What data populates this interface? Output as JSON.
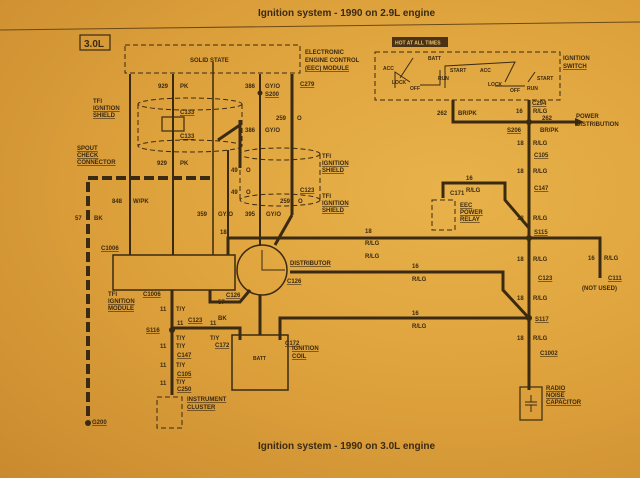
{
  "header_title": "Ignition system - 1990 on 2.9L engine",
  "footer_title": "Ignition system - 1990 on 3.0L engine",
  "engine_badge": "3.0L",
  "components": {
    "solid_state": "SOLID STATE",
    "eec1": "ELECTRONIC",
    "eec2": "ENGINE CONTROL",
    "eec3": "(EEC) MODULE",
    "hot": "HOT AT ALL TIMES",
    "ign_sw1": "IGNITION",
    "ign_sw2": "SWITCH",
    "tfi_shield1_a": "TFI",
    "tfi_shield1_b": "IGNITION",
    "tfi_shield1_c": "SHIELD",
    "spout1": "SPOUT",
    "spout2": "CHECK",
    "spout3": "CONNECTOR",
    "tfi_shield2_a": "TFI",
    "tfi_shield2_b": "IGNITION",
    "tfi_shield2_c": "SHIELD",
    "tfi_shield3_a": "TFI",
    "tfi_shield3_b": "IGNITION",
    "tfi_shield3_c": "SHIELD",
    "tfi_mod1": "TFI",
    "tfi_mod2": "IGNITION",
    "tfi_mod3": "MODULE",
    "distributor": "DISTRIBUTOR",
    "coil1": "IGNITION",
    "coil2": "COIL",
    "batt": "BATT",
    "cluster1": "INSTRUMENT",
    "cluster2": "CLUSTER",
    "power1": "POWER",
    "power2": "DISTRIBUTION",
    "relay1": "EEC",
    "relay2": "POWER",
    "relay3": "RELAY",
    "radio1": "RADIO",
    "radio2": "NOISE",
    "radio3": "CAPACITOR",
    "not_used": "(NOT USED)"
  },
  "switch": {
    "batt": "BATT",
    "acc": "ACC",
    "lock": "LOCK",
    "off": "OFF",
    "run": "RUN",
    "start": "START",
    "acc2": "ACC",
    "lock2": "LOCK",
    "off2": "OFF",
    "run2": "RUN",
    "start2": "START"
  },
  "connectors": {
    "c279": "C279",
    "s200": "S200",
    "c133a": "C133",
    "c133b": "C133",
    "c123a": "C123",
    "c1006a": "C1006",
    "c1006b": "C1006",
    "c126a": "C126",
    "c126b": "C126",
    "s116": "S116",
    "c123b": "C123",
    "c172a": "C172",
    "c172b": "C172",
    "c147a": "C147",
    "c105a": "C105",
    "c250": "C250",
    "g200": "G200",
    "c294": "C294",
    "s206": "S206",
    "c105b": "C105",
    "c147b": "C147",
    "c171": "C171",
    "s115": "S115",
    "c111": "C111",
    "c123c": "C123",
    "s117": "S117",
    "c1002": "C1002"
  },
  "wires": {
    "w929a": "929",
    "pka": "PK",
    "w929b": "929",
    "pkb": "PK",
    "w386a": "386",
    "gyoa": "GY/O",
    "w386b": "386",
    "gyob": "GY/O",
    "w259a": "259",
    "oa": "O",
    "w259b": "259",
    "ob": "O",
    "w49a": "49",
    "o49a": "O",
    "w49b": "49",
    "o49b": "O",
    "w359": "359",
    "gyoc": "GY/O",
    "w395": "395",
    "gyod": "GY/O",
    "w57a": "57",
    "bka": "BK",
    "w848": "848",
    "wpk": "W/PK",
    "w57b": "57",
    "bkb": "BK",
    "t11a": "11",
    "tya": "T/Y",
    "t11b": "11",
    "t11c": "11",
    "tyb": "T/Y",
    "tyc": "T/Y",
    "t11d": "11",
    "tyd": "T/Y",
    "t11e": "11",
    "tye": "T/Y",
    "t11f": "11",
    "tyf": "T/Y",
    "w262a": "262",
    "brpka": "BR/PK",
    "w262b": "262",
    "brpkb": "BR/PK",
    "r16a": "16",
    "rlga": "R/LG",
    "r16b": "18",
    "rlgb": "R/LG",
    "r16c": "18",
    "rlgc": "R/LG",
    "r16d": "16",
    "rlgd": "R/LG",
    "r16e": "18",
    "rlge": "R/LG",
    "r18f": "18",
    "rlgf": "R/LG",
    "r16g": "18",
    "rlgg": "R/LG",
    "r16h": "16",
    "rlgh": "R/LG",
    "r16i": "18",
    "rlgi": "R/LG",
    "r16j": "16",
    "rlgj": "R/LG",
    "r16k": "18",
    "rlgk": "R/LG",
    "r16l": "16",
    "rlgl": "R/LG",
    "r16m": "18",
    "rlgm": "R/LG"
  }
}
